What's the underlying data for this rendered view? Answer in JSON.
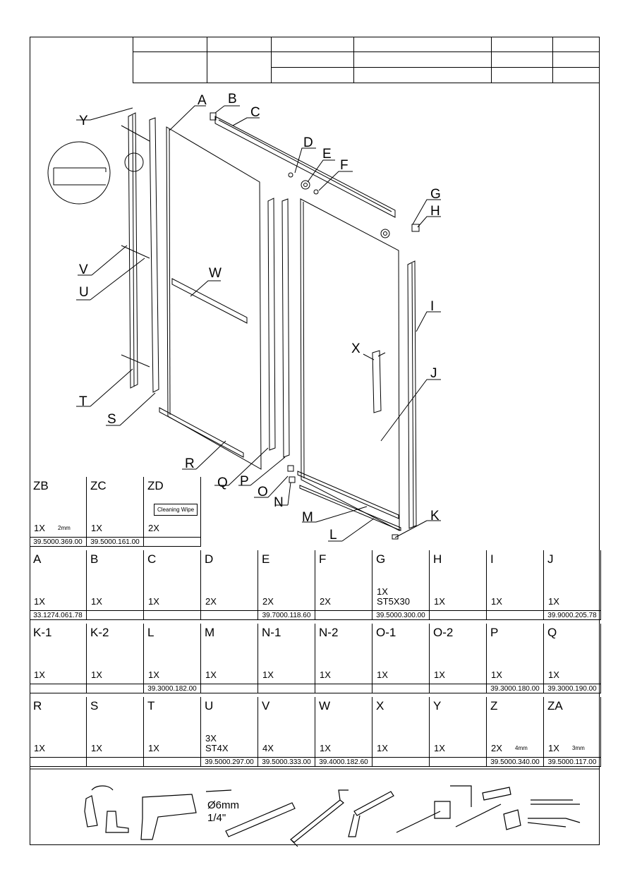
{
  "callouts": [
    "A",
    "B",
    "C",
    "D",
    "E",
    "F",
    "G",
    "H",
    "I",
    "J",
    "K",
    "L",
    "M",
    "N",
    "O",
    "P",
    "Q",
    "R",
    "S",
    "T",
    "U",
    "V",
    "W",
    "X",
    "Y"
  ],
  "row0": [
    {
      "letter": "ZB",
      "qty": "1X",
      "note": "2mm",
      "code": "39.5000.369.00"
    },
    {
      "letter": "ZC",
      "qty": "1X",
      "note": "",
      "code": "39.5000.161.00"
    },
    {
      "letter": "ZD",
      "qty": "2X",
      "note": "Cleaning Wipe",
      "code": ""
    }
  ],
  "row1": [
    {
      "letter": "A",
      "qty": "1X",
      "code": "33.1274.061.78"
    },
    {
      "letter": "B",
      "qty": "1X",
      "code": ""
    },
    {
      "letter": "C",
      "qty": "1X",
      "code": ""
    },
    {
      "letter": "D",
      "qty": "2X",
      "code": ""
    },
    {
      "letter": "E",
      "qty": "2X",
      "code": "39.7000.118.60"
    },
    {
      "letter": "F",
      "qty": "2X",
      "code": ""
    },
    {
      "letter": "G",
      "qty": "1X",
      "qty2": "ST5X30",
      "code": "39.5000.300.00"
    },
    {
      "letter": "H",
      "qty": "1X",
      "code": ""
    },
    {
      "letter": "I",
      "qty": "1X",
      "code": ""
    },
    {
      "letter": "J",
      "qty": "1X",
      "code": "39.9000.205.78"
    }
  ],
  "row2": [
    {
      "letter": "K-1",
      "qty": "1X",
      "code": ""
    },
    {
      "letter": "K-2",
      "qty": "1X",
      "code": ""
    },
    {
      "letter": "L",
      "qty": "1X",
      "code": "39.3000.182.00"
    },
    {
      "letter": "M",
      "qty": "1X",
      "code": ""
    },
    {
      "letter": "N-1",
      "qty": "1X",
      "code": ""
    },
    {
      "letter": "N-2",
      "qty": "1X",
      "code": ""
    },
    {
      "letter": "O-1",
      "qty": "1X",
      "code": ""
    },
    {
      "letter": "O-2",
      "qty": "1X",
      "code": ""
    },
    {
      "letter": "P",
      "qty": "1X",
      "code": "39.3000.180.00"
    },
    {
      "letter": "Q",
      "qty": "1X",
      "code": "39.3000.190.00"
    }
  ],
  "row3": [
    {
      "letter": "R",
      "qty": "1X",
      "code": ""
    },
    {
      "letter": "S",
      "qty": "1X",
      "code": ""
    },
    {
      "letter": "T",
      "qty": "1X",
      "code": ""
    },
    {
      "letter": "U",
      "qty": "3X",
      "qty2": "ST4X",
      "code": "39.5000.297.00"
    },
    {
      "letter": "V",
      "qty": "4X",
      "code": "39.5000.333.00"
    },
    {
      "letter": "W",
      "qty": "1X",
      "code": "39.4000.182.60"
    },
    {
      "letter": "X",
      "qty": "1X",
      "code": ""
    },
    {
      "letter": "Y",
      "qty": "1X",
      "code": ""
    },
    {
      "letter": "Z",
      "qty": "2X",
      "note": "4mm",
      "code": "39.5000.340.00"
    },
    {
      "letter": "ZA",
      "qty": "1X",
      "note": "3mm",
      "code": "39.5000.117.00"
    }
  ],
  "tools": {
    "drill_bit": "Ø6mm",
    "drill_inch": "1/4\""
  }
}
